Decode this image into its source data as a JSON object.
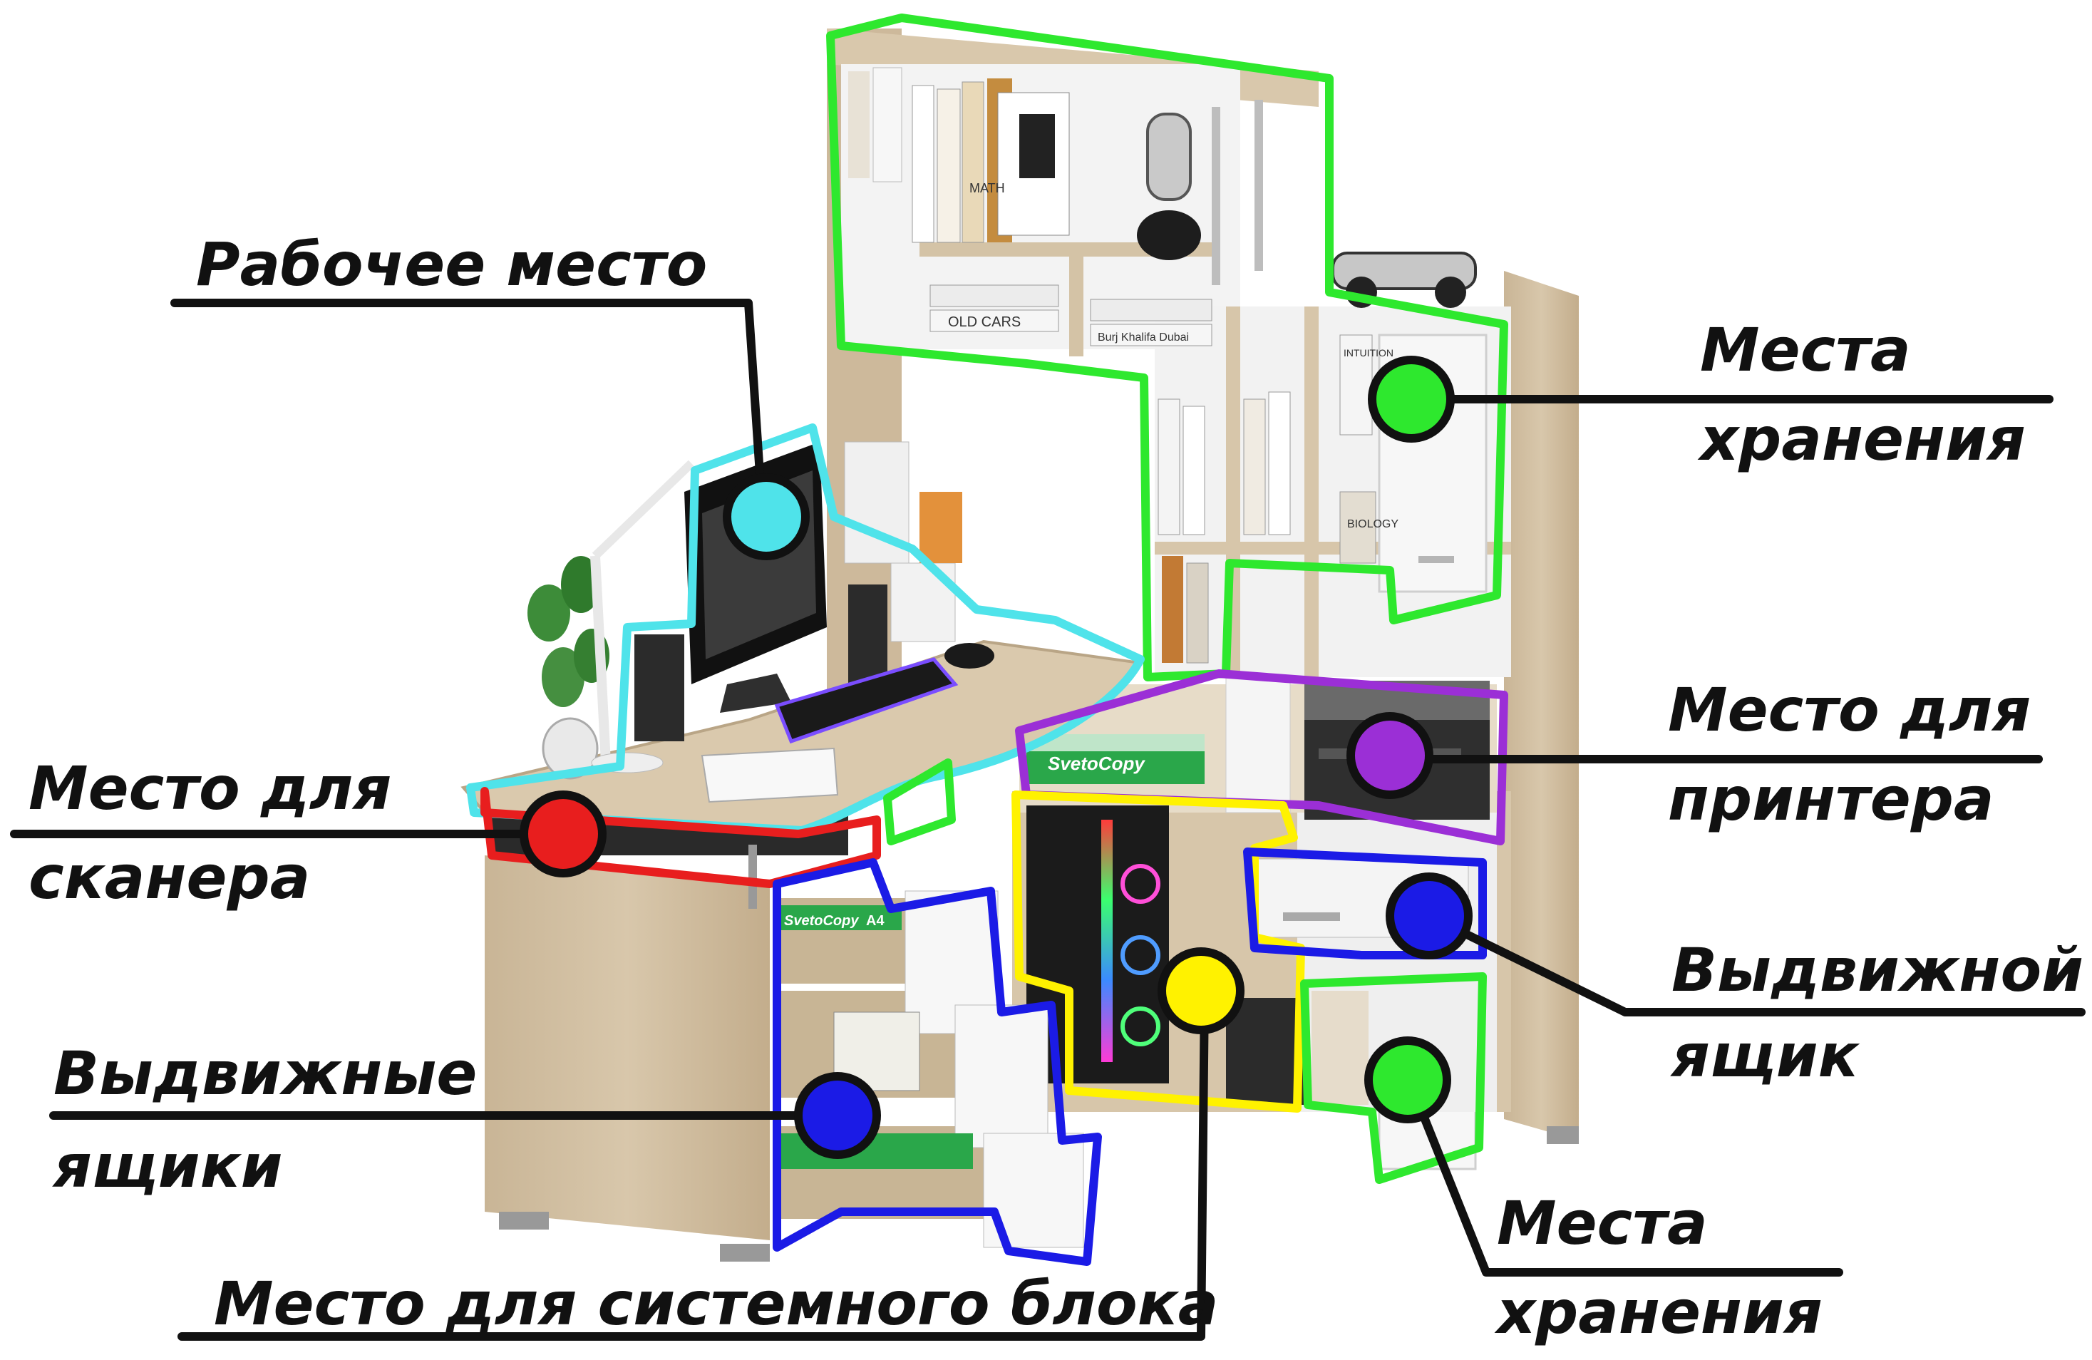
{
  "labels": {
    "workplace": "Рабочее место",
    "storage_top_1": "Места",
    "storage_top_2": "хранения",
    "printer_1": "Место для",
    "printer_2": "принтера",
    "scanner_1": "Место для",
    "scanner_2": "сканера",
    "drawer_1": "Выдвижной",
    "drawer_2": "ящик",
    "drawers_1": "Выдвижные",
    "drawers_2": "ящики",
    "sysunit": "Место для системного блока",
    "storage_bottom_1": "Места",
    "storage_bottom_2": "хранения"
  },
  "product_text": {
    "paper_brand": "SvetoCopy",
    "paper_size": "A4",
    "book_math": "MATH",
    "book_biology": "BIOLOGY",
    "book_old_cars": "OLD CARS",
    "book_intuition": "INTUITION",
    "book_burj": "Burj Khalifa Dubai"
  },
  "colors": {
    "workplace": "#4FE3EA",
    "storage": "#2EE82E",
    "printer": "#9B2FD6",
    "scanner": "#E81E1E",
    "drawer": "#1B1BE6",
    "sysunit": "#FFF200",
    "wood": "#CBB79A",
    "white_panel": "#F4F4F4"
  }
}
